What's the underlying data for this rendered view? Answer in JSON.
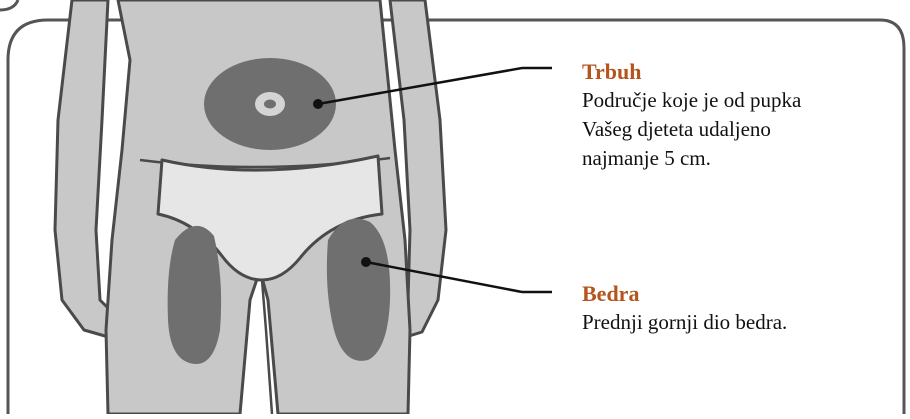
{
  "colors": {
    "background": "#ffffff",
    "panel_border": "#555555",
    "body_fill": "#c8c8c8",
    "body_outline": "#4a4a4a",
    "site_fill": "#6f6f6f",
    "navel_fill": "#d4d4d4",
    "underwear_fill": "#e6e6e6",
    "heading_color": "#b5541c",
    "text_color": "#111111"
  },
  "labels": {
    "abdomen": {
      "title": "Trbuh",
      "description_lines": [
        "Područje koje je od pupka",
        "Vašeg djeteta udaljeno",
        "najmanje 5 cm."
      ]
    },
    "thighs": {
      "title": "Bedra",
      "description_lines": [
        "Prednji gornji dio bedra."
      ]
    }
  }
}
